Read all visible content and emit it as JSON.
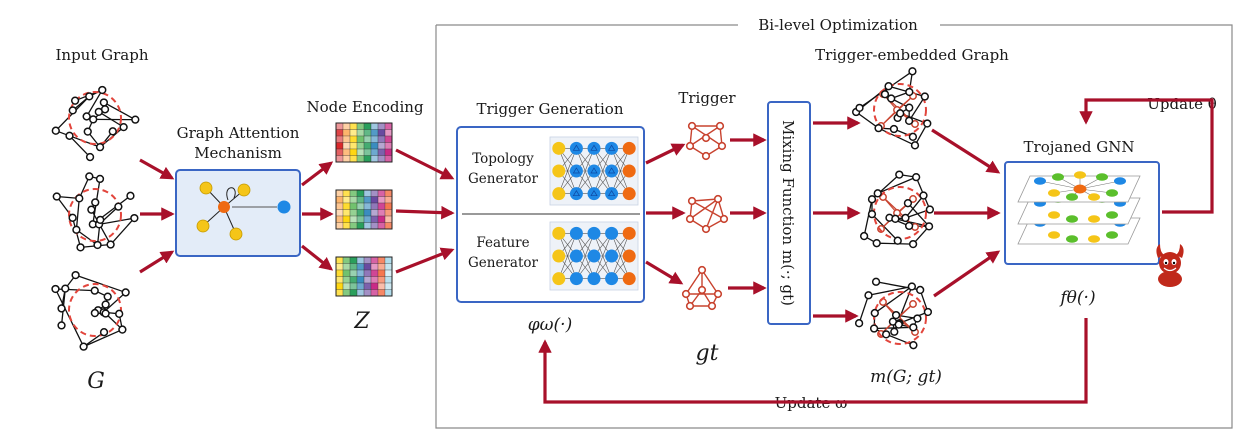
{
  "labels": {
    "input_graph": "Input Graph",
    "graph_var": "G",
    "attention_title_1": "Graph Attention",
    "attention_title_2": "Mechanism",
    "node_encoding": "Node Encoding",
    "z_var": "Z",
    "bilevel": "Bi-level Optimization",
    "trigger_generation": "Trigger Generation",
    "topology_gen_1": "Topology",
    "topology_gen_2": "Generator",
    "feature_gen_1": "Feature",
    "feature_gen_2": "Generator",
    "phi": "φω(·)",
    "trigger": "Trigger",
    "gt": "gt",
    "mixing": "Mixing Function m(·; gt)",
    "trigger_embedded": "Trigger-embedded Graph",
    "m_g_gt": "m(G; gt)",
    "update_theta": "Update θ",
    "trojaned_gnn": "Trojaned GNN",
    "f_theta": "fθ(·)",
    "update_omega": "Update ω"
  },
  "colors": {
    "arrow": "#a8102a",
    "box_border": "#3a66c4",
    "box_fill": "#e3ecf8",
    "node_yellow": "#f5c518",
    "node_orange": "#ef6a12",
    "node_blue": "#1e88e5",
    "node_green": "#5bbf2c",
    "dashed_circle": "#e2453c",
    "trigger_node": "#c8432f",
    "frame": "#8a8a8a"
  },
  "heatmap_palette": [
    "#d7191c",
    "#fdae61",
    "#ffd400",
    "#66bd63",
    "#1a9850",
    "#2b83ba",
    "#5e3c99",
    "#c51b7d",
    "#f46d43",
    "#abd9e9"
  ],
  "icons": {
    "devil": "devil-icon"
  }
}
